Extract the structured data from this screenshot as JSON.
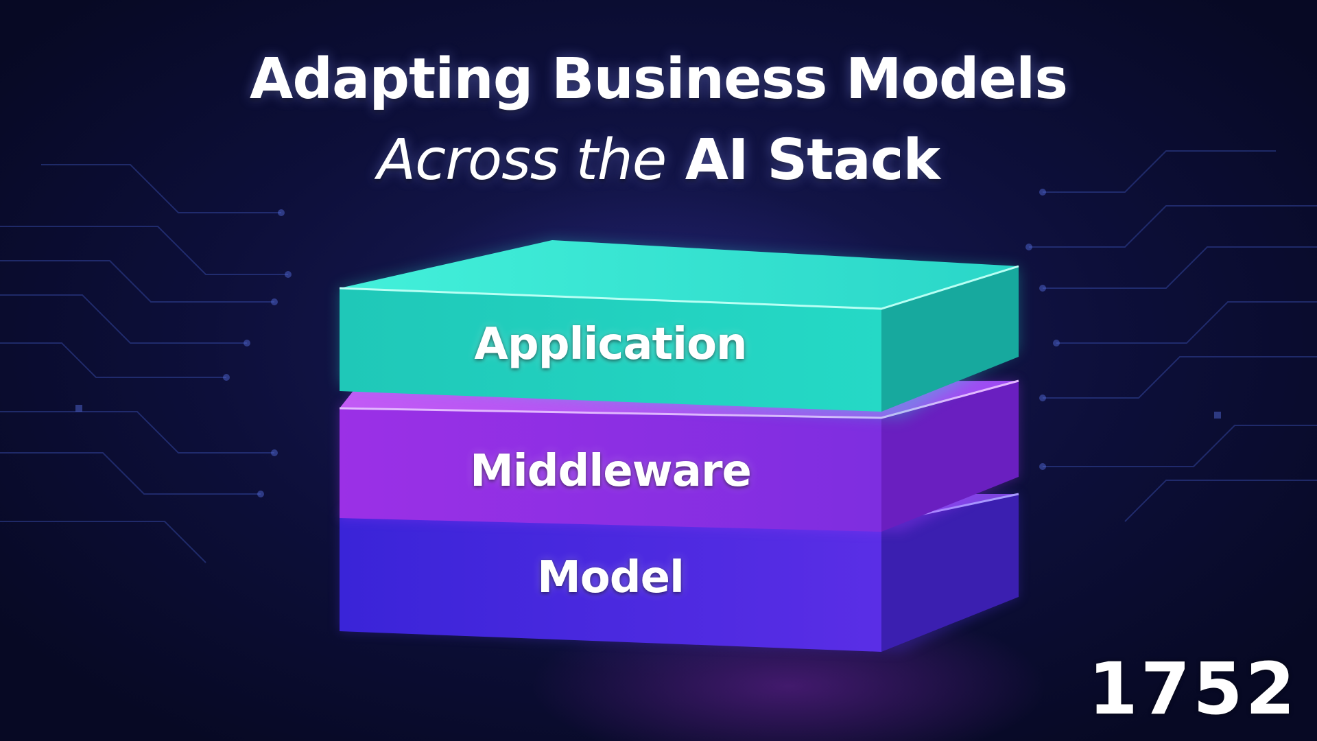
{
  "title": {
    "line1": "Adapting Business Models",
    "line2_italic": "Across the",
    "line2_rest": " AI Stack"
  },
  "stack": {
    "layers": [
      {
        "label": "Application",
        "color": "#21d6c4"
      },
      {
        "label": "Middleware",
        "color": "#8a2de0"
      },
      {
        "label": "Model",
        "color": "#4a2be0"
      }
    ]
  },
  "badge": {
    "text": "1752"
  },
  "colors": {
    "background": "#0d0f3a",
    "circuit_lines": "#3a4fb0"
  }
}
